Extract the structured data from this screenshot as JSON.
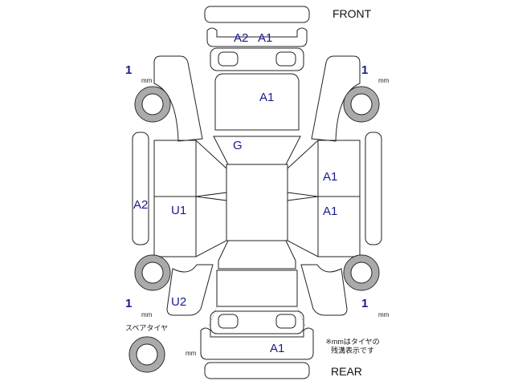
{
  "front_label": "FRONT",
  "rear_label": "REAR",
  "grades": {
    "front_bumper_1": "A2",
    "front_bumper_2": "A1",
    "hood": "A1",
    "windshield": "G",
    "right_front_door": "A1",
    "right_rear_door": "A1",
    "left_side": "A2",
    "left_rear_door": "U1",
    "left_rear_quarter": "U2",
    "rear_bumper": "A1"
  },
  "tires": {
    "front_left": "1",
    "front_right": "1",
    "rear_left": "1",
    "rear_right": "1",
    "unit": "mm"
  },
  "spare_tire_label": "スペアタイヤ",
  "note": [
    "※mmはタイヤの",
    "残溝表示です"
  ]
}
